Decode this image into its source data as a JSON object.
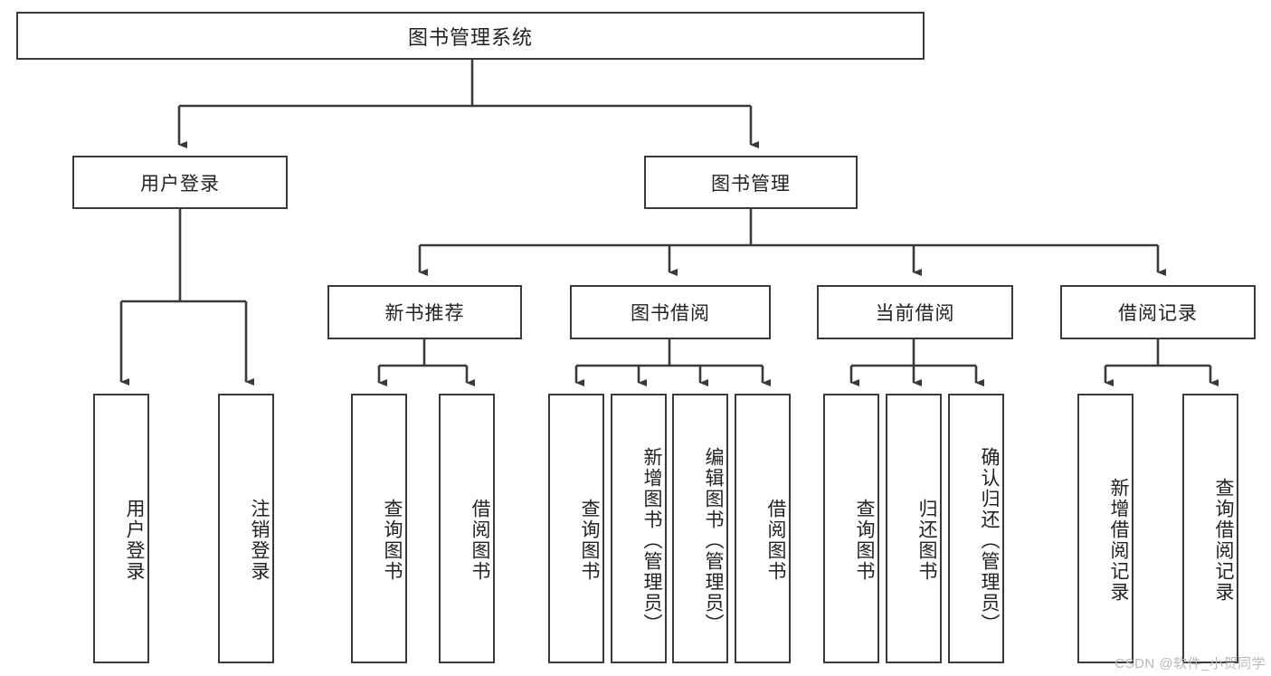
{
  "diagram": {
    "title": "图书管理系统",
    "type": "tree",
    "orientation": "top-down",
    "colors": {
      "box_border": "#3a3a3a",
      "box_fill": "#ffffff",
      "edge": "#3a3a3a",
      "text": "#222222",
      "watermark": "#b9b9b9",
      "canvas": "#ffffff"
    },
    "nodes": {
      "root": {
        "label": "图书管理系统",
        "level": 1,
        "text_dir": "horizontal"
      },
      "level2": [
        {
          "id": "user-login",
          "label": "用户登录",
          "text_dir": "horizontal"
        },
        {
          "id": "book-management",
          "label": "图书管理",
          "text_dir": "horizontal"
        }
      ],
      "level3": [
        {
          "id": "new-book-recommend",
          "label": "新书推荐",
          "text_dir": "horizontal",
          "parent": "book-management"
        },
        {
          "id": "book-borrow",
          "label": "图书借阅",
          "text_dir": "horizontal",
          "parent": "book-management"
        },
        {
          "id": "current-borrow",
          "label": "当前借阅",
          "text_dir": "horizontal",
          "parent": "book-management"
        },
        {
          "id": "borrow-record",
          "label": "借阅记录",
          "text_dir": "horizontal",
          "parent": "book-management"
        }
      ],
      "leaves": [
        {
          "id": "leaf-user-login",
          "label": "用户登录",
          "parent": "user-login",
          "text_dir": "vertical"
        },
        {
          "id": "leaf-logout-login",
          "label": "注销登录",
          "parent": "user-login",
          "text_dir": "vertical"
        },
        {
          "id": "leaf-query-book-1",
          "label": "查询图书",
          "parent": "new-book-recommend",
          "text_dir": "vertical"
        },
        {
          "id": "leaf-borrow-book-1",
          "label": "借阅图书",
          "parent": "new-book-recommend",
          "text_dir": "vertical"
        },
        {
          "id": "leaf-query-book-2",
          "label": "查询图书",
          "parent": "book-borrow",
          "text_dir": "vertical"
        },
        {
          "id": "leaf-add-book-admin",
          "label": "新增图书（管理员）",
          "parent": "book-borrow",
          "text_dir": "vertical"
        },
        {
          "id": "leaf-edit-book-admin",
          "label": "编辑图书（管理员）",
          "parent": "book-borrow",
          "text_dir": "vertical"
        },
        {
          "id": "leaf-borrow-book-2",
          "label": "借阅图书",
          "parent": "book-borrow",
          "text_dir": "vertical"
        },
        {
          "id": "leaf-query-book-3",
          "label": "查询图书",
          "parent": "current-borrow",
          "text_dir": "vertical"
        },
        {
          "id": "leaf-return-book",
          "label": "归还图书",
          "parent": "current-borrow",
          "text_dir": "vertical"
        },
        {
          "id": "leaf-confirm-return-admin",
          "label": "确认归还（管理员）",
          "parent": "current-borrow",
          "text_dir": "vertical"
        },
        {
          "id": "leaf-add-borrow-record",
          "label": "新增借阅记录",
          "parent": "borrow-record",
          "text_dir": "vertical"
        },
        {
          "id": "leaf-query-borrow-record",
          "label": "查询借阅记录",
          "parent": "borrow-record",
          "text_dir": "vertical"
        }
      ]
    },
    "watermark": "CSDN @软件_小贺同学"
  }
}
